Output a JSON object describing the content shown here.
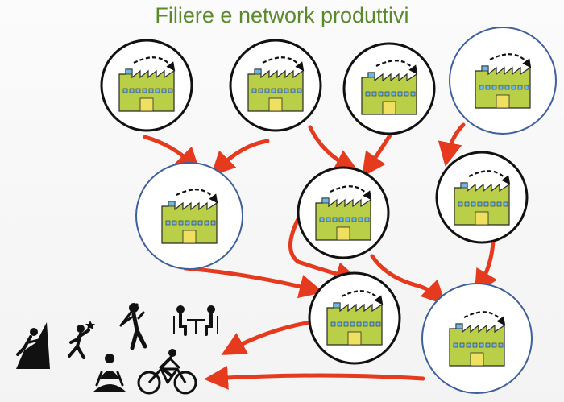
{
  "title": "Filiere e network produttivi",
  "colors": {
    "title": "#5a8a2c",
    "arrow": "#e53a1e",
    "factory_fill": "#b9cf47",
    "factory_window": "#6fb7e0",
    "factory_door": "#f0e060",
    "ring_black": "#111111",
    "ring_blue": "#3f5f9e"
  },
  "nodes": [
    {
      "id": "n1",
      "ring": "black"
    },
    {
      "id": "n2",
      "ring": "black"
    },
    {
      "id": "n3",
      "ring": "black"
    },
    {
      "id": "n4",
      "ring": "blue"
    },
    {
      "id": "n5",
      "ring": "blue"
    },
    {
      "id": "n6",
      "ring": "black"
    },
    {
      "id": "n7",
      "ring": "black"
    },
    {
      "id": "n8",
      "ring": "black"
    },
    {
      "id": "n9",
      "ring": "blue"
    }
  ],
  "edges": [
    {
      "from": "n1",
      "to": "n5"
    },
    {
      "from": "n2",
      "to": "n5"
    },
    {
      "from": "n2",
      "to": "n6"
    },
    {
      "from": "n3",
      "to": "n6"
    },
    {
      "from": "n4",
      "to": "n7"
    },
    {
      "from": "n5",
      "to": "n8"
    },
    {
      "from": "n6",
      "to": "n8"
    },
    {
      "from": "n6",
      "to": "n9"
    },
    {
      "from": "n7",
      "to": "n9"
    },
    {
      "from": "n8",
      "to": "consumers"
    },
    {
      "from": "n9",
      "to": "consumers"
    }
  ],
  "consumers": [
    {
      "icon": "climber-icon"
    },
    {
      "icon": "juggler-icon"
    },
    {
      "icon": "baseball-batter-icon"
    },
    {
      "icon": "people-at-table-icon"
    },
    {
      "icon": "meditating-person-icon"
    },
    {
      "icon": "cyclist-icon"
    }
  ]
}
